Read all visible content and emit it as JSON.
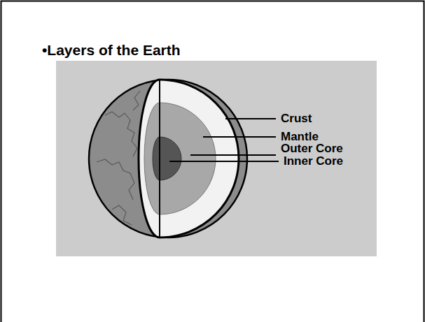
{
  "diagram": {
    "title": "•Layers of the Earth",
    "labels": [
      "Crust",
      "Mantle",
      "Outer Core",
      "Inner Core"
    ]
  }
}
